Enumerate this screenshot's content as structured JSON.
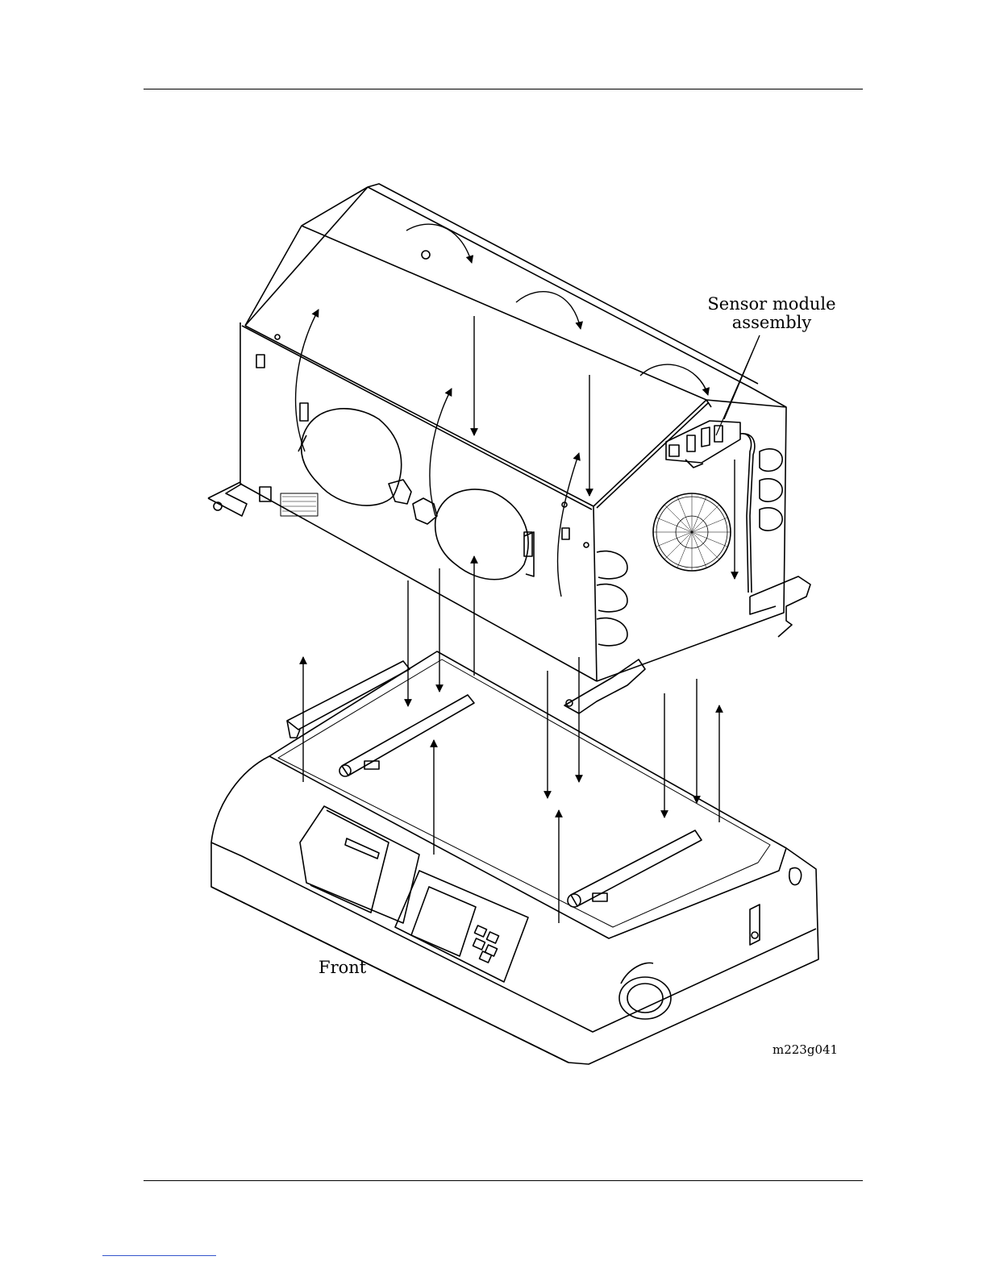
{
  "labels": {
    "sensor_line1": "Sensor module",
    "sensor_line2": "assembly",
    "front": "Front",
    "figure_id": "m223g041"
  },
  "icons": {
    "canopy": "incubator-hood-icon",
    "base": "incubator-base-icon",
    "fan": "fan-icon"
  },
  "colors": {
    "line": "#000000",
    "page": "#ffffff"
  }
}
